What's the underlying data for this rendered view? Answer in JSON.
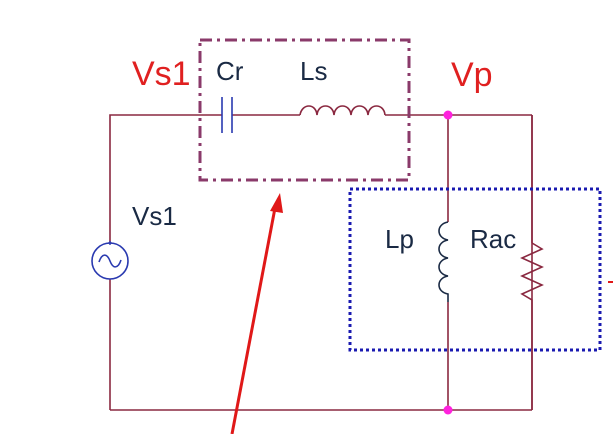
{
  "labels": {
    "vs1_top": "Vs1",
    "cr": "Cr",
    "ls": "Ls",
    "vp": "Vp",
    "vs1_source": "Vs1",
    "lp": "Lp",
    "rac": "Rac"
  },
  "components": [
    {
      "name": "Vs1",
      "kind": "ac-voltage-source"
    },
    {
      "name": "Cr",
      "kind": "capacitor"
    },
    {
      "name": "Ls",
      "kind": "inductor"
    },
    {
      "name": "Lp",
      "kind": "inductor"
    },
    {
      "name": "Rac",
      "kind": "resistor"
    }
  ],
  "groupings": [
    {
      "members": [
        "Cr",
        "Ls"
      ],
      "style": "dash-dot",
      "color": "#8a3a6a"
    },
    {
      "members": [
        "Lp",
        "Rac"
      ],
      "style": "dotted",
      "color": "#1a1ab0"
    }
  ],
  "colors": {
    "wire": "#8a2840",
    "node": "#ff22dd",
    "label_red": "#e02020",
    "label_dark": "#1a2a44",
    "arrow": "#e01818",
    "source_symbol": "#2a3ab0"
  }
}
